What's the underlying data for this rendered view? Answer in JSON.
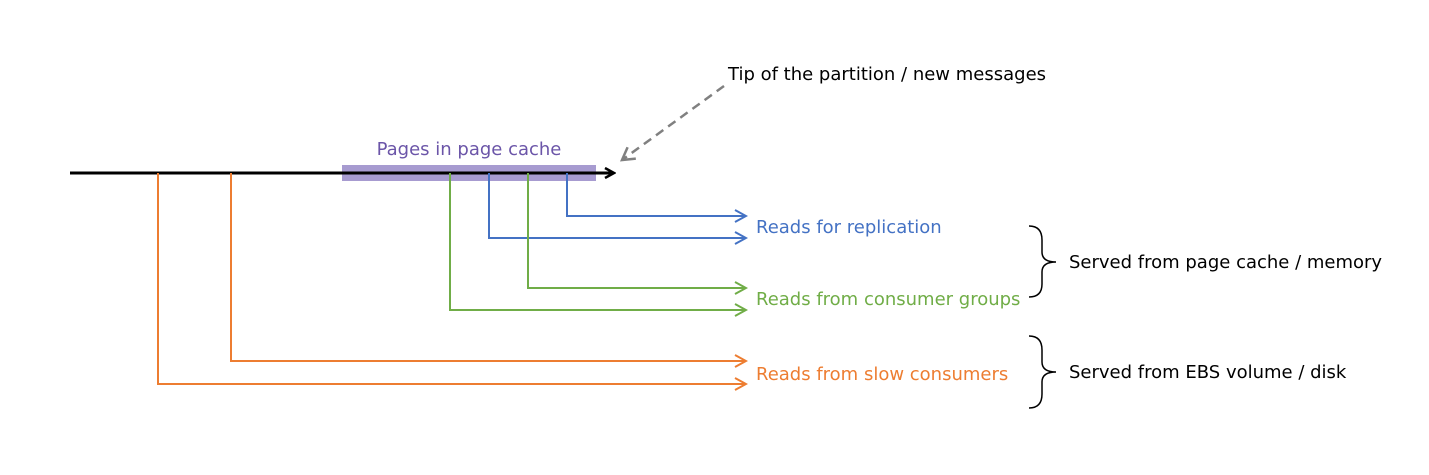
{
  "labels": {
    "tip": "Tip of the partition / new messages",
    "page_cache": "Pages in page cache",
    "replication": "Reads for replication",
    "consumer_groups": "Reads from consumer groups",
    "slow_consumers": "Reads from slow consumers",
    "served_memory": "Served from page cache / memory",
    "served_disk": "Served from EBS volume / disk"
  },
  "colors": {
    "timeline": "#000000",
    "page_cache_bar": "#a79bd0",
    "page_cache_text": "#6b55a8",
    "replication": "#4472c4",
    "consumer_groups": "#70ad47",
    "slow_consumers": "#ed7d31",
    "tip_arrow": "#808080",
    "text": "#000000"
  }
}
